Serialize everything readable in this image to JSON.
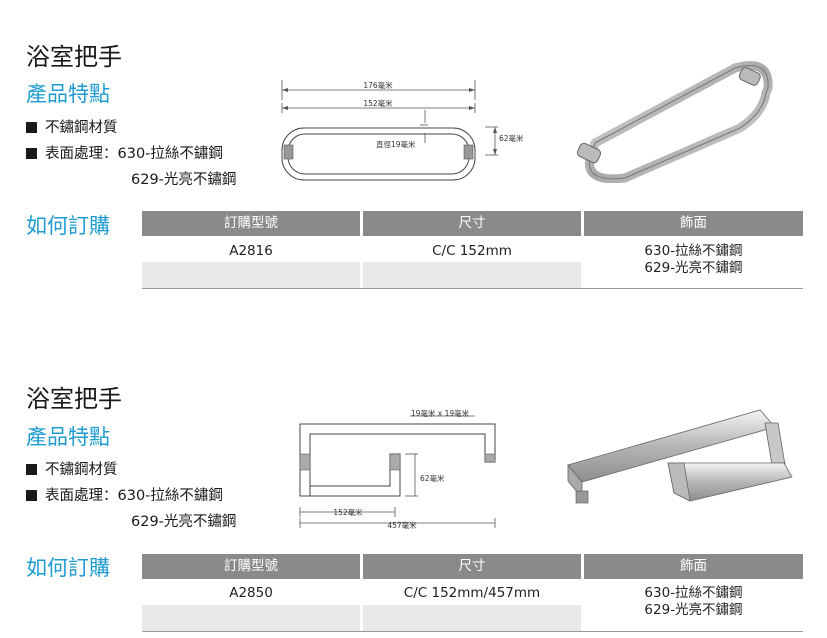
{
  "products": [
    {
      "title": "浴室把手",
      "features_heading": "產品特點",
      "features": [
        "不鏽鋼材質",
        "表面處理：630-拉絲不鏽鋼"
      ],
      "feature_cont": "629-光亮不鏽鋼",
      "drawing_labels": [
        "176毫米",
        "152毫米",
        "直徑19毫米",
        "62毫米"
      ],
      "order_heading": "如何訂購",
      "table": {
        "headers": [
          "訂購型號",
          "尺寸",
          "飾面"
        ],
        "model": "A2816",
        "size": "C/C 152mm",
        "finish": [
          "630-拉絲不鏽鋼",
          "629-光亮不鏽鋼"
        ]
      }
    },
    {
      "title": "浴室把手",
      "features_heading": "產品特點",
      "features": [
        "不鏽鋼材質",
        "表面處理：630-拉絲不鏽鋼"
      ],
      "feature_cont": "629-光亮不鏽鋼",
      "drawing_labels": [
        "19毫米 x 19毫米",
        "62毫米",
        "152毫米",
        "457毫米"
      ],
      "order_heading": "如何訂購",
      "table": {
        "headers": [
          "訂購型號",
          "尺寸",
          "飾面"
        ],
        "model": "A2850",
        "size": "C/C 152mm/457mm",
        "finish": [
          "630-拉絲不鏽鋼",
          "629-光亮不鏽鋼"
        ]
      }
    }
  ]
}
